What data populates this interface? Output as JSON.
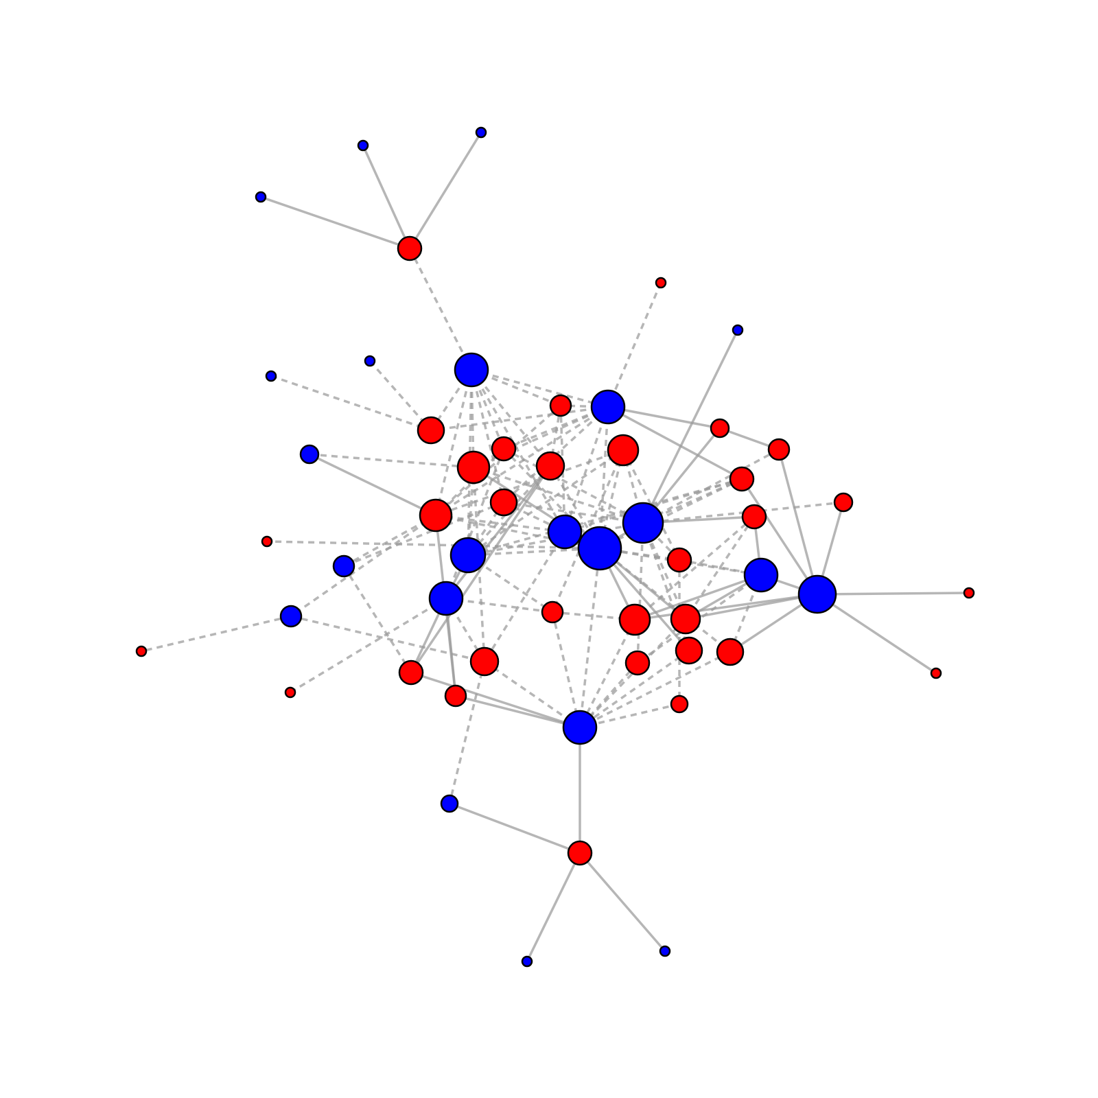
{
  "colors": {
    "background": "#ffffff",
    "edge": "#9a9a9a",
    "outline": "#000000",
    "red": "#ff0000",
    "blue": "#0000ff"
  },
  "edge_styles": [
    "solid",
    "dashed"
  ],
  "graph": {
    "node_colors": [
      "red",
      "blue"
    ],
    "node_count": 60,
    "edge_count": 120
  }
}
